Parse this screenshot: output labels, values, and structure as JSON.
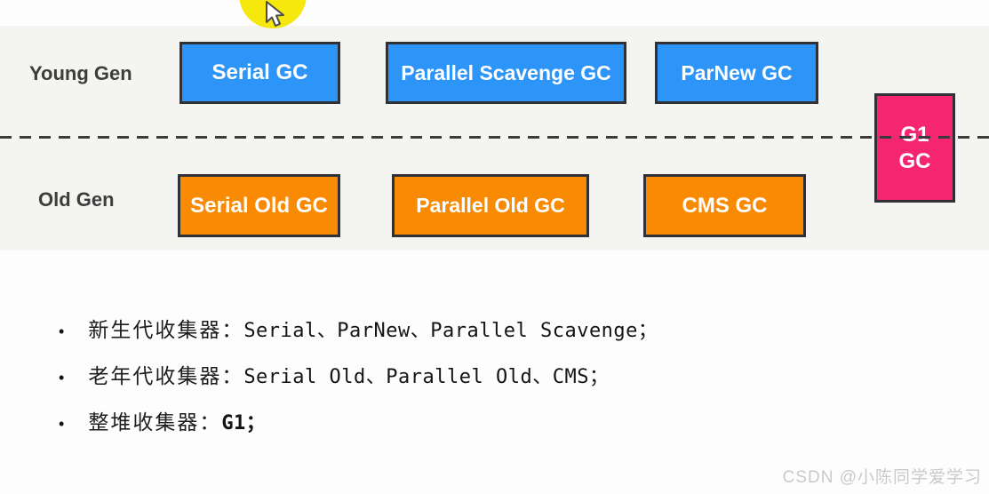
{
  "diagram": {
    "young_gen_label": "Young Gen",
    "old_gen_label": "Old Gen",
    "young_collectors": [
      "Serial GC",
      "Parallel Scavenge GC",
      "ParNew GC"
    ],
    "old_collectors": [
      "Serial Old GC",
      "Parallel Old GC",
      "CMS GC"
    ],
    "g1": {
      "line1": "G1",
      "line2": "GC"
    },
    "colors": {
      "young_box": "#2e95f8",
      "old_box": "#f98a03",
      "g1_box": "#f5256f",
      "box_border": "#2f3137",
      "panel_bg": "#f4f4f1",
      "cursor_halo": "#f6e70c",
      "dash_line": "#3b3b3b"
    }
  },
  "bullets": [
    {
      "dot": "•",
      "label": "新生代收集器：",
      "value": "Serial、ParNew、Parallel Scavenge；"
    },
    {
      "dot": "•",
      "label": "老年代收集器：",
      "value": "Serial Old、Parallel Old、CMS；"
    },
    {
      "dot": "•",
      "label": "整堆收集器：",
      "value": "G1；"
    }
  ],
  "watermark": "CSDN @小陈同学爱学习"
}
